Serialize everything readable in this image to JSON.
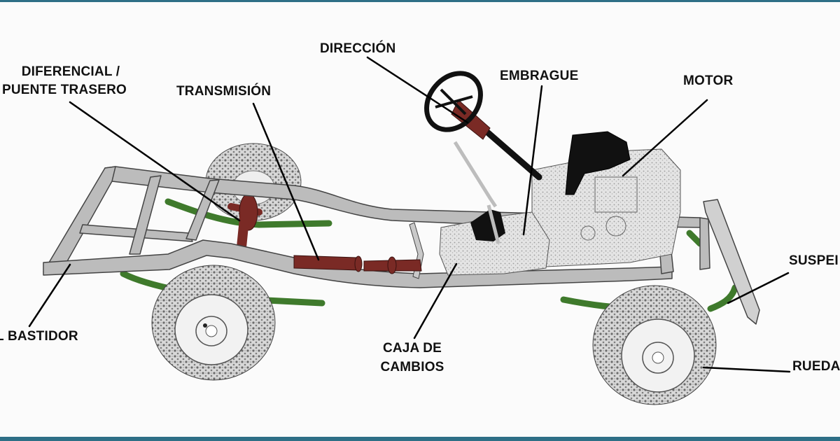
{
  "labels": {
    "diferencial_line1": "DIFERENCIAL /",
    "diferencial_line2": "PUENTE TRASERO",
    "transmision": "TRANSMISIÓN",
    "direccion": "DIRECCIÓN",
    "embrague": "EMBRAGUE",
    "motor": "MOTOR",
    "suspension": "SUSPEI",
    "bastidor": "L BASTIDOR",
    "caja_line1": "CAJA DE",
    "caja_line2": "CAMBIOS",
    "rueda": "RUEDA"
  },
  "colors": {
    "frame": "#b9b9b9",
    "frame_outline": "#555555",
    "suspension": "#3f7a2c",
    "drivetrain": "#7a2a25",
    "engine": "#d6d6d6",
    "tire": "#9a9a9a",
    "frame_border": "#2e6f86"
  }
}
